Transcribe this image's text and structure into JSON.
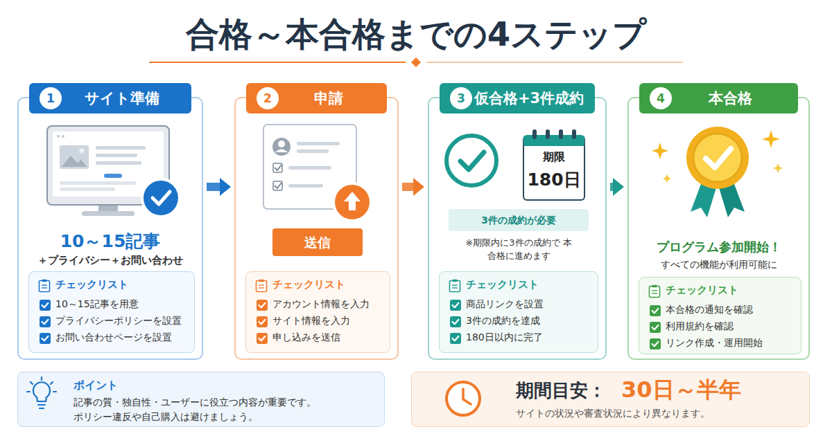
{
  "diagram": {
    "title": "合格～本合格までの4ステップ",
    "nodes": [
      {
        "text": [
          "サイト準備",
          "10～15記事",
          "＋プライバシー＋お問い合わせ"
        ]
      },
      {
        "text": [
          "1"
        ],
        "in": 0
      },
      {
        "text": [
          "チェックリスト",
          "10～15記事を用意",
          "プライバシーポリシーを設置",
          "お問い合わせページを設置"
        ],
        "in": 0
      },
      {
        "text": [
          "申請"
        ]
      },
      {
        "text": [
          "2"
        ],
        "in": 3
      },
      {
        "text": [
          "送信"
        ],
        "in": 3
      },
      {
        "text": [
          "チェックリスト",
          "アカウント情報を入力",
          "サイト情報を入力",
          "申し込みを送信"
        ],
        "in": 3
      },
      {
        "text": [
          "仮合格+3件成約",
          "※期限内に3件の成約で 本合格に進めます"
        ]
      },
      {
        "text": [
          "3"
        ],
        "in": 7
      },
      {
        "text": [
          "期限",
          "180日"
        ],
        "in": 7
      },
      {
        "text": [
          "3件の成約が必要"
        ],
        "in": 7
      },
      {
        "text": [
          "チェックリスト",
          "商品リンクを設置",
          "3件の成約を達成",
          "180日以内に完了"
        ],
        "in": 7
      },
      {
        "text": [
          "本合格",
          "プログラム参加開始！",
          "すべての機能が利用可能に"
        ]
      },
      {
        "text": [
          "4"
        ],
        "in": 12
      },
      {
        "text": [
          "チェックリスト",
          "本合格の通知を確認",
          "利用規約を確認",
          "リンク作成・運用開始"
        ],
        "in": 12
      },
      {
        "text": [
          "ポイント",
          "記事の質・独自性・ユーザーに役立つ内容が重要です。 ポリシー違反や自己購入は避けましょう。"
        ]
      },
      {
        "text": [
          "期間目安：",
          "30日～半年",
          "サイトの状況や審査状況により異なります。"
        ]
      }
    ],
    "edges": [
      {
        "from": 0,
        "to": 3,
        "arrow": "to"
      },
      {
        "from": 3,
        "to": 7,
        "arrow": "to"
      },
      {
        "from": 7,
        "to": 12,
        "arrow": "to"
      }
    ]
  }
}
